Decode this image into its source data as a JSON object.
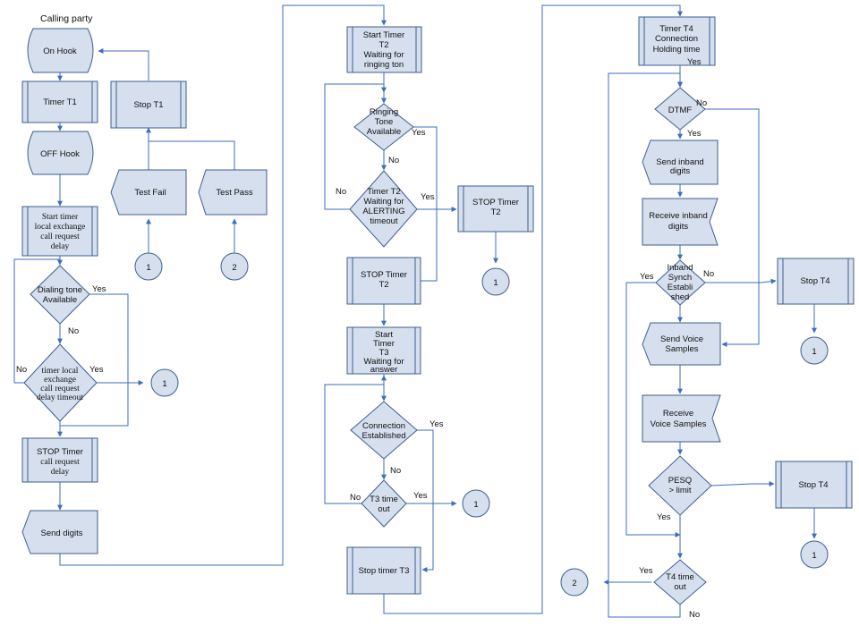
{
  "title": "Calling party",
  "nodes": {
    "on_hook": [
      "On Hook"
    ],
    "timer_t1": [
      "Timer T1"
    ],
    "off_hook": [
      "OFF Hook"
    ],
    "start_timer_local": [
      "Start timer",
      "local exchange",
      "call request",
      "delay"
    ],
    "dialing_tone": [
      "Dialing  tone",
      "Available"
    ],
    "timer_local_timeout": [
      "timer local",
      "exchange",
      "call request",
      "delay timeout"
    ],
    "stop_timer_call": [
      "STOP Timer",
      "call request",
      "delay"
    ],
    "send_digits": [
      "Send digits"
    ],
    "stop_t1": [
      "Stop T1"
    ],
    "test_fail": [
      "Test Fail"
    ],
    "test_pass": [
      "Test Pass"
    ],
    "start_t2": [
      "Start Timer",
      "T2",
      "Waiting for",
      "ringing ton"
    ],
    "ringing_tone": [
      "Ringing",
      "Tone",
      "Available"
    ],
    "t2_alerting": [
      "Timer T2",
      "Waiting for",
      "ALERTING",
      "timeout"
    ],
    "stop_t2_right": [
      "STOP Timer",
      "T2"
    ],
    "stop_t2_bottom": [
      "STOP Timer",
      "T2"
    ],
    "start_t3": [
      "Start",
      "Timer",
      "T3",
      "Waiting for",
      "answer"
    ],
    "connection": [
      "Connection",
      "Established"
    ],
    "t3_timeout": [
      "T3 time",
      "out"
    ],
    "stop_t3": [
      "Stop timer T3"
    ],
    "t4_holding": [
      "Timer T4",
      "Connection",
      "Holding time"
    ],
    "dtmf": [
      "DTMF"
    ],
    "send_inband": [
      "Send inband",
      "digits"
    ],
    "receive_inband": [
      "Receive inband",
      "digits"
    ],
    "inband_synch": [
      "Inband",
      "Synch",
      "Establi",
      "shed"
    ],
    "stop_t4_a": [
      "Stop T4"
    ],
    "send_voice": [
      "Send Voice",
      "Samples"
    ],
    "receive_voice": [
      "Receive",
      "Voice Samples"
    ],
    "pesq": [
      "PESQ",
      "> limit"
    ],
    "stop_t4_b": [
      "Stop T4"
    ],
    "t4_timeout": [
      "T4 time",
      "out"
    ]
  },
  "connectors": {
    "c1_fail": "1",
    "c2_pass": "2",
    "c1_left": "1",
    "c1_mid_a": "1",
    "c1_mid_b": "1",
    "c1_right_a": "1",
    "c1_right_b": "1",
    "c2_right": "2"
  },
  "edge_labels": {
    "dial_yes": "Yes",
    "dial_no": "No",
    "tl_no": "No",
    "tl_yes": "Yes",
    "ring_yes": "Yes",
    "ring_no": "No",
    "t2_no": "No",
    "t2_yes": "Yes",
    "conn_yes": "Yes",
    "conn_no": "No",
    "t3_no": "No",
    "t3_yes": "Yes",
    "t4_yes": "Yes",
    "dtmf_no": "No",
    "dtmf_yes": "Yes",
    "sync_yes": "Yes",
    "sync_no": "No",
    "pesq_yes": "Yes",
    "t4to_yes": "Yes",
    "t4to_no": "No"
  },
  "colors": {
    "fill": "#d5dfee",
    "stroke": "#3d5f8e",
    "edge": "#3d6ebf"
  }
}
